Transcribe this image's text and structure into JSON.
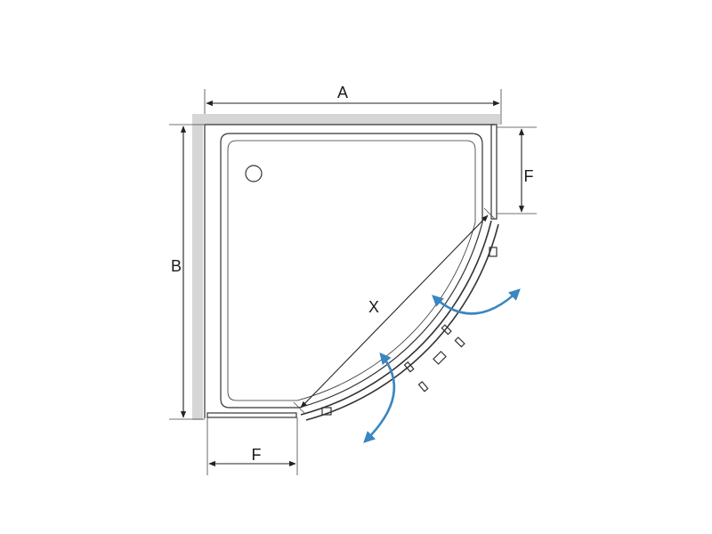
{
  "diagram": {
    "labels": {
      "width": "A",
      "depth": "B",
      "side_panel_right": "F",
      "side_panel_bottom": "F",
      "diagonal": "X"
    },
    "colors": {
      "wall": "#d6d6d6",
      "outline": "#333333",
      "swing_arrow": "#3a86c0"
    }
  }
}
